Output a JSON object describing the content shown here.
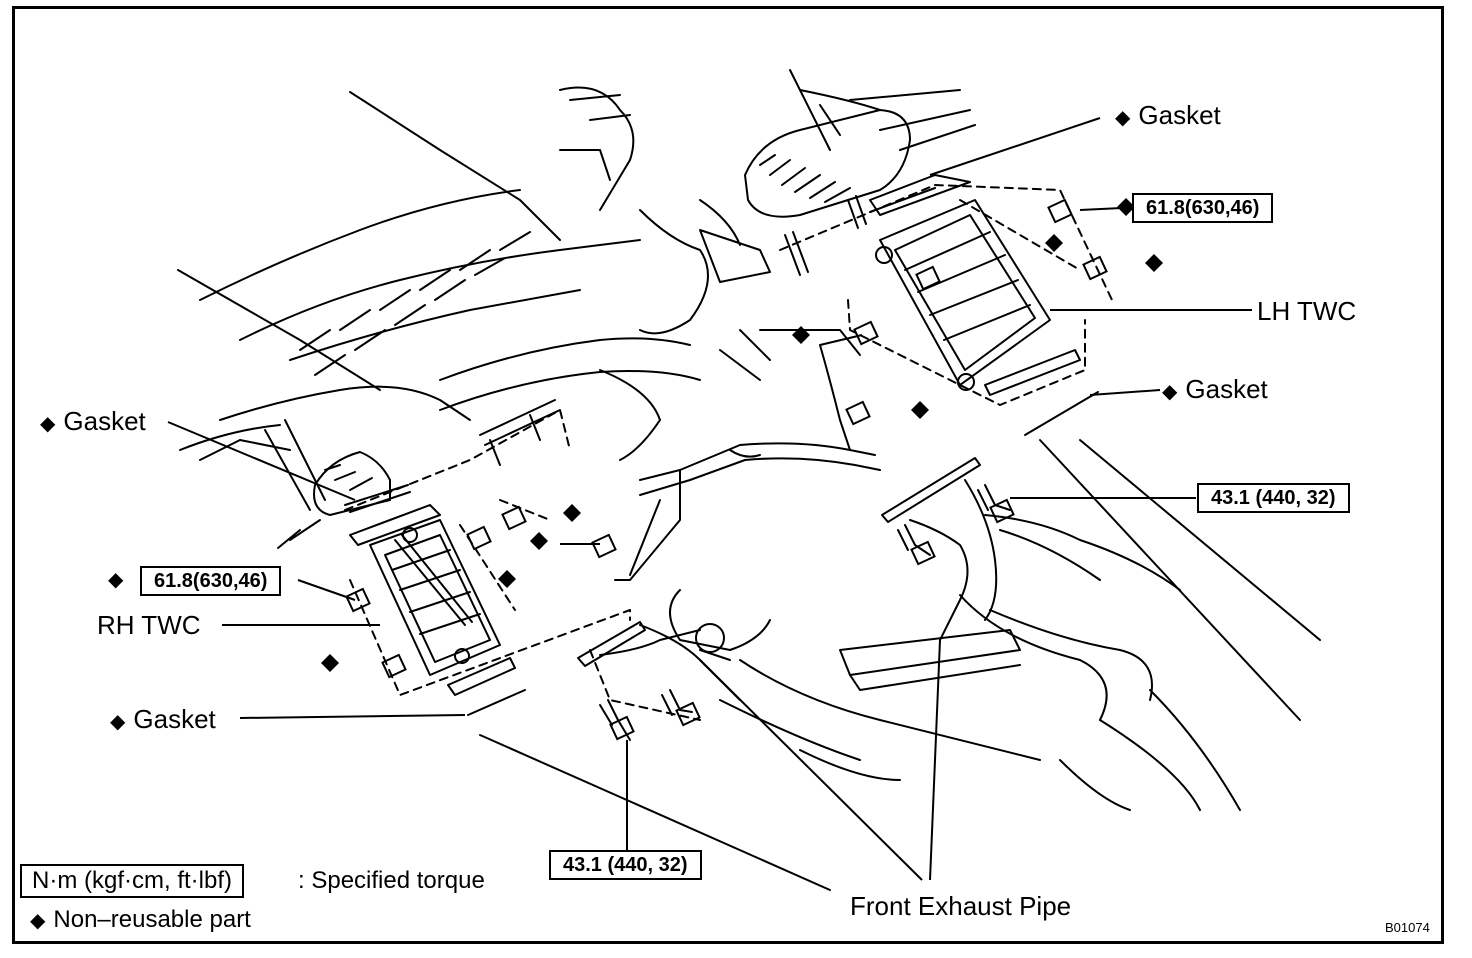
{
  "labels": {
    "gasket_top": "Gasket",
    "gasket_left": "Gasket",
    "gasket_right": "Gasket",
    "gasket_bottom": "Gasket",
    "lh_twc": "LH TWC",
    "rh_twc": "RH TWC",
    "front_exhaust_pipe": "Front Exhaust Pipe"
  },
  "torques": {
    "lh_upper": "61.8(630,46)",
    "rh_upper": "61.8(630,46)",
    "right_lower": "43.1 (440, 32)",
    "bottom": "43.1 (440, 32)"
  },
  "legend": {
    "unit_box": "N·m (kgf·cm, ft·lbf)",
    "unit_desc": ": Specified torque",
    "nonreusable": "Non–reusable part"
  },
  "marker_symbol": "◆",
  "figure_code": "B01074"
}
